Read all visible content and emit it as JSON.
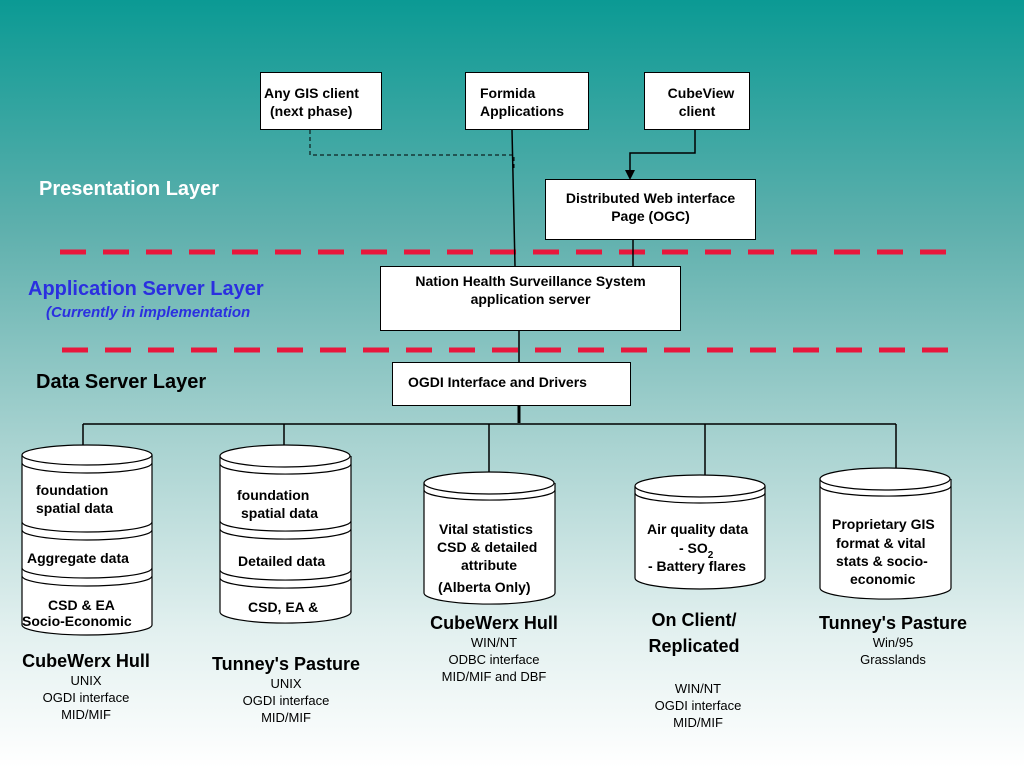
{
  "layers": {
    "presentation": "Presentation Layer",
    "application": "Application Server Layer",
    "application_note": "(Currently in implementation",
    "data": "Data Server Layer"
  },
  "clients": {
    "gis": [
      "Any GIS client",
      "(next phase)"
    ],
    "formida": [
      "Formida",
      "Applications"
    ],
    "cubeview": [
      "CubeView",
      "client"
    ]
  },
  "web_interface": [
    "Distributed Web interface",
    "Page (OGC)"
  ],
  "app_server": [
    "Nation Health Surveillance System",
    "application server"
  ],
  "ogdi": "OGDI Interface and Drivers",
  "databases": {
    "db1": {
      "seg1": [
        "foundation",
        "spatial data"
      ],
      "seg2": "Aggregate data",
      "seg3": [
        "CSD & EA",
        "Socio-Economic"
      ],
      "name": "CubeWerx Hull",
      "details": [
        "UNIX",
        "OGDI interface",
        "MID/MIF"
      ]
    },
    "db2": {
      "seg1": [
        "foundation",
        "spatial data"
      ],
      "seg2": "Detailed data",
      "seg3": "CSD, EA &",
      "name": "Tunney's Pasture",
      "details": [
        "UNIX",
        "OGDI interface",
        "MID/MIF"
      ]
    },
    "db3": {
      "lines": [
        "Vital statistics",
        "CSD & detailed",
        "attribute",
        "(Alberta Only)"
      ],
      "name": "CubeWerx Hull",
      "details": [
        "WIN/NT",
        "ODBC interface",
        "MID/MIF and DBF"
      ]
    },
    "db4": {
      "line1": "Air quality data",
      "line2": "- SO",
      "line2_sub": "2",
      "line3": "- Battery flares",
      "name": [
        "On Client/",
        "Replicated"
      ],
      "details": [
        "WIN/NT",
        "OGDI interface",
        "MID/MIF"
      ]
    },
    "db5": {
      "lines": [
        "Proprietary GIS",
        "format & vital",
        "stats & socio-",
        "economic"
      ],
      "name": "Tunney's Pasture",
      "details": [
        "Win/95",
        "Grasslands"
      ]
    }
  },
  "colors": {
    "divider": "#e8173c",
    "application_layer": "#2b2fe0",
    "bg_top": "#0b9a94",
    "bg_bottom": "#ffffff"
  }
}
